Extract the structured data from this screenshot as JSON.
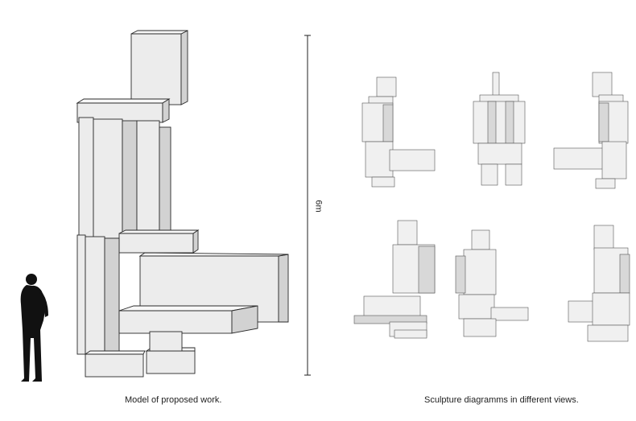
{
  "captions": {
    "model": "Model of proposed work.",
    "views": "Sculpture diagramms in different views."
  },
  "dimension": {
    "label": "6m"
  }
}
